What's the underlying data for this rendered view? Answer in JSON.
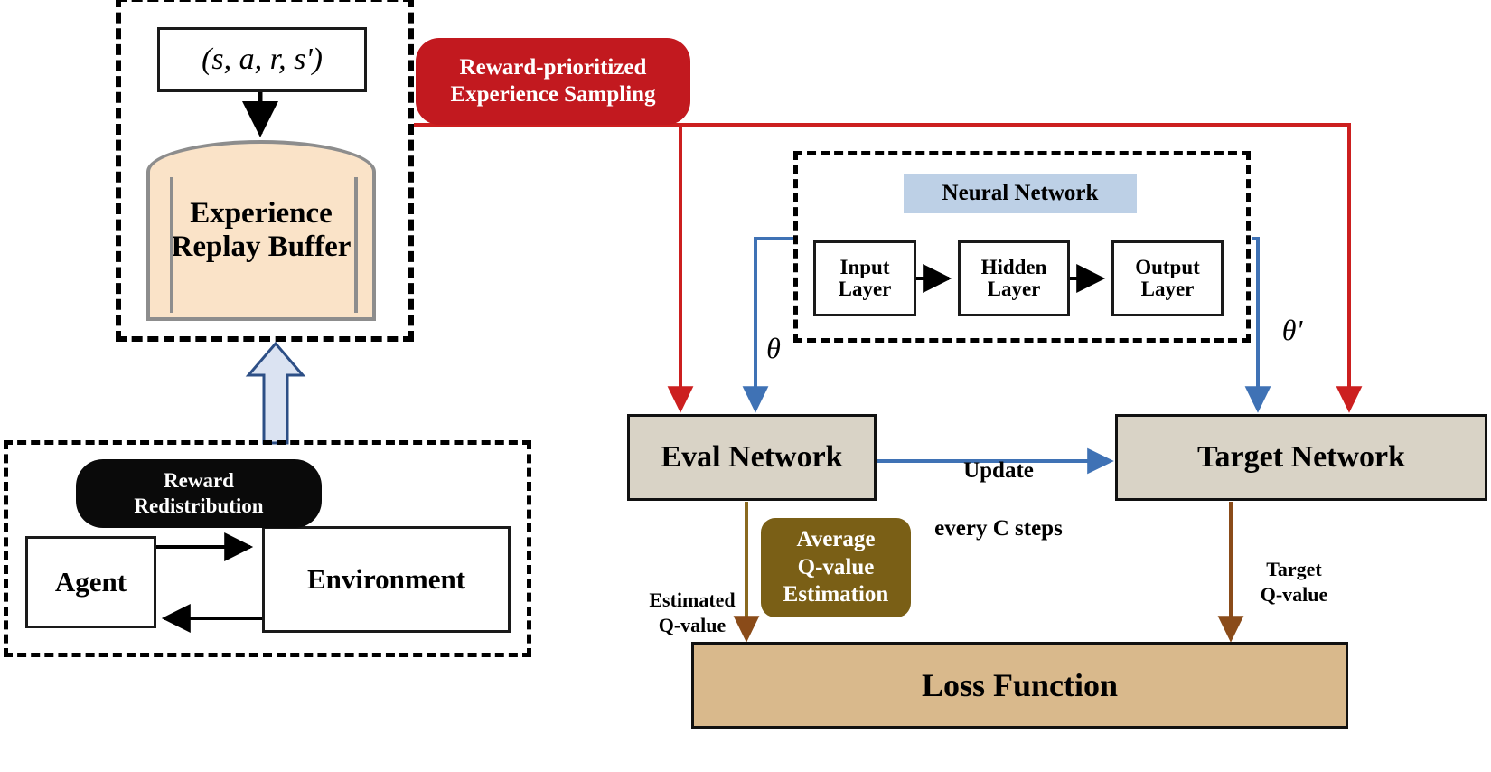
{
  "diagram": {
    "title": "Reward-prioritized DQN architecture",
    "colors": {
      "red_accent": "#c2191f",
      "blue_accent": "#3f72b5",
      "brown_accent": "#8a4b19",
      "olive_accent": "#7a5f16",
      "buffer_fill": "#fae3c8",
      "network_fill": "#d9d3c6",
      "loss_fill": "#d9b98c",
      "nn_header_fill": "#bdd0e6",
      "black_badge": "#0a0a0a"
    }
  },
  "replay_group": {
    "transition_tuple": "(s, a, r, s')",
    "buffer_label": "Experience\nReplay\nBuffer"
  },
  "sampling_badge": {
    "line1": "Reward-prioritized",
    "line2": "Experience Sampling"
  },
  "agent_group": {
    "reward_badge_line1": "Reward",
    "reward_badge_line2": "Redistribution",
    "agent_label": "Agent",
    "environment_label": "Environment"
  },
  "neural_network": {
    "header": "Neural Network",
    "layers": [
      {
        "label": "Input\nLayer"
      },
      {
        "label": "Hidden\nLayer"
      },
      {
        "label": "Output\nLayer"
      }
    ],
    "theta": "θ",
    "theta_prime": "θ'"
  },
  "networks": {
    "eval_label": "Eval Network",
    "target_label": "Target Network",
    "update_line1": "Update",
    "update_line2": "every C steps"
  },
  "loss": {
    "box_label": "Loss Function",
    "estimated_q": "Estimated\nQ-value",
    "target_q": "Target\nQ-value",
    "avg_badge_line1": "Average",
    "avg_badge_line2": "Q-value",
    "avg_badge_line3": "Estimation"
  }
}
